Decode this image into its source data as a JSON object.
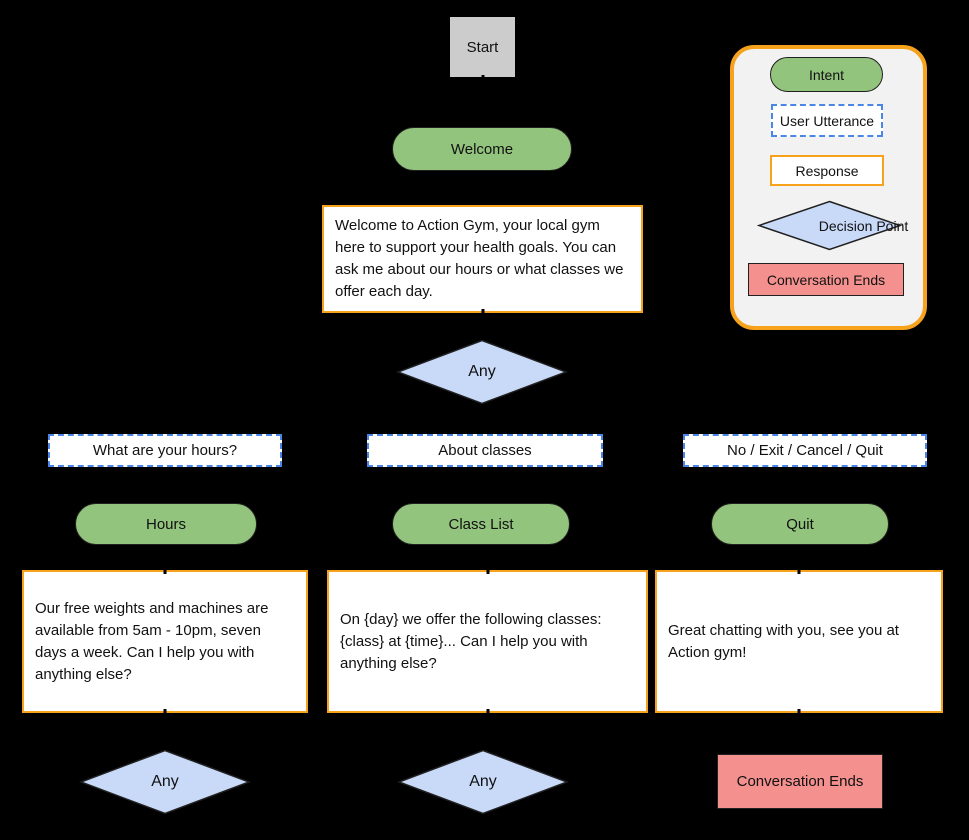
{
  "colors": {
    "background": "#000000",
    "start_gray": "#cccccc",
    "intent_green": "#93c47d",
    "diamond_blue": "#c9daf8",
    "utterance_border": "#4a86e8",
    "response_border": "#f6a21d",
    "end_pink": "#f4918f",
    "legend_fill": "#f2f2f2",
    "legend_border": "#f6a21d",
    "shape_border": "#202020"
  },
  "nodes": {
    "start": {
      "label": "Start"
    },
    "welcome_intent": {
      "label": "Welcome"
    },
    "welcome_response": {
      "text": "Welcome to Action Gym, your local gym here to support your health goals. You can ask me about our hours or what classes we offer each day."
    },
    "decision_top": {
      "label": "Any"
    },
    "utterance_hours": {
      "label": "What are your hours?"
    },
    "utterance_classes": {
      "label": "About classes"
    },
    "utterance_quit": {
      "label": "No / Exit / Cancel / Quit"
    },
    "intent_hours": {
      "label": "Hours"
    },
    "intent_class_list": {
      "label": "Class List"
    },
    "intent_quit": {
      "label": "Quit"
    },
    "response_hours": {
      "text": "Our free weights and machines are available from 5am - 10pm, seven days a week. Can I help you with anything else?"
    },
    "response_classes": {
      "text": "On {day} we offer the following classes: {class} at {time}... Can I help you with anything else?"
    },
    "response_quit": {
      "text": "Great chatting with you, see you at Action gym!"
    },
    "decision_hours": {
      "label": "Any"
    },
    "decision_classes": {
      "label": "Any"
    },
    "conversation_ends": {
      "label": "Conversation Ends"
    }
  },
  "legend": {
    "items": [
      {
        "type": "intent",
        "label": "Intent"
      },
      {
        "type": "user-utterance",
        "label": "User Utterance"
      },
      {
        "type": "response",
        "label": "Response"
      },
      {
        "type": "decision-point",
        "label": "Decision Point"
      },
      {
        "type": "conversation-ends",
        "label": "Conversation Ends"
      }
    ]
  }
}
